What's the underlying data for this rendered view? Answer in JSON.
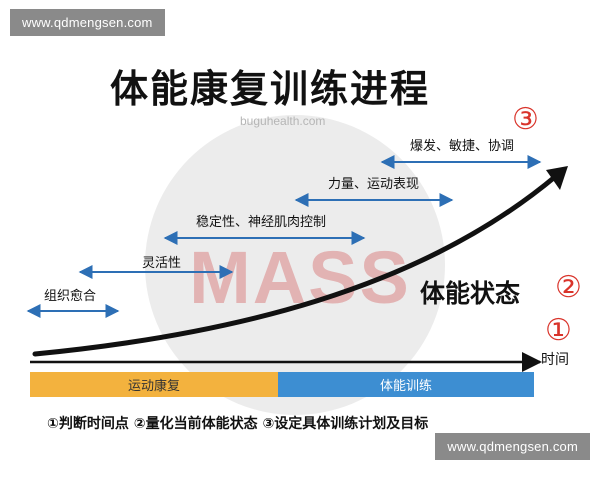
{
  "watermark": {
    "top": "www.qdmengsen.com",
    "bottom": "www.qdmengsen.com",
    "site": "buguhealth.com",
    "logo": "MASS"
  },
  "title": "体能康复训练进程",
  "phases": [
    {
      "label": "组织愈合"
    },
    {
      "label": "灵活性"
    },
    {
      "label": "稳定性、神经肌肉控制"
    },
    {
      "label": "力量、运动表现"
    },
    {
      "label": "爆发、敏捷、协调"
    }
  ],
  "side_label": "体能状态",
  "markers": {
    "one": "①",
    "two": "②",
    "three": "③"
  },
  "axis": {
    "x_label": "时间"
  },
  "bars": {
    "rehab": "运动康复",
    "training": "体能训练"
  },
  "footer": "①判断时间点 ②量化当前体能状态 ③设定具体训练计划及目标",
  "colors": {
    "rehab_bar": "#f3b23e",
    "training_bar": "#3d8ed2",
    "arrow_blue": "#2d6fb5",
    "marker_red": "#d9342b"
  }
}
